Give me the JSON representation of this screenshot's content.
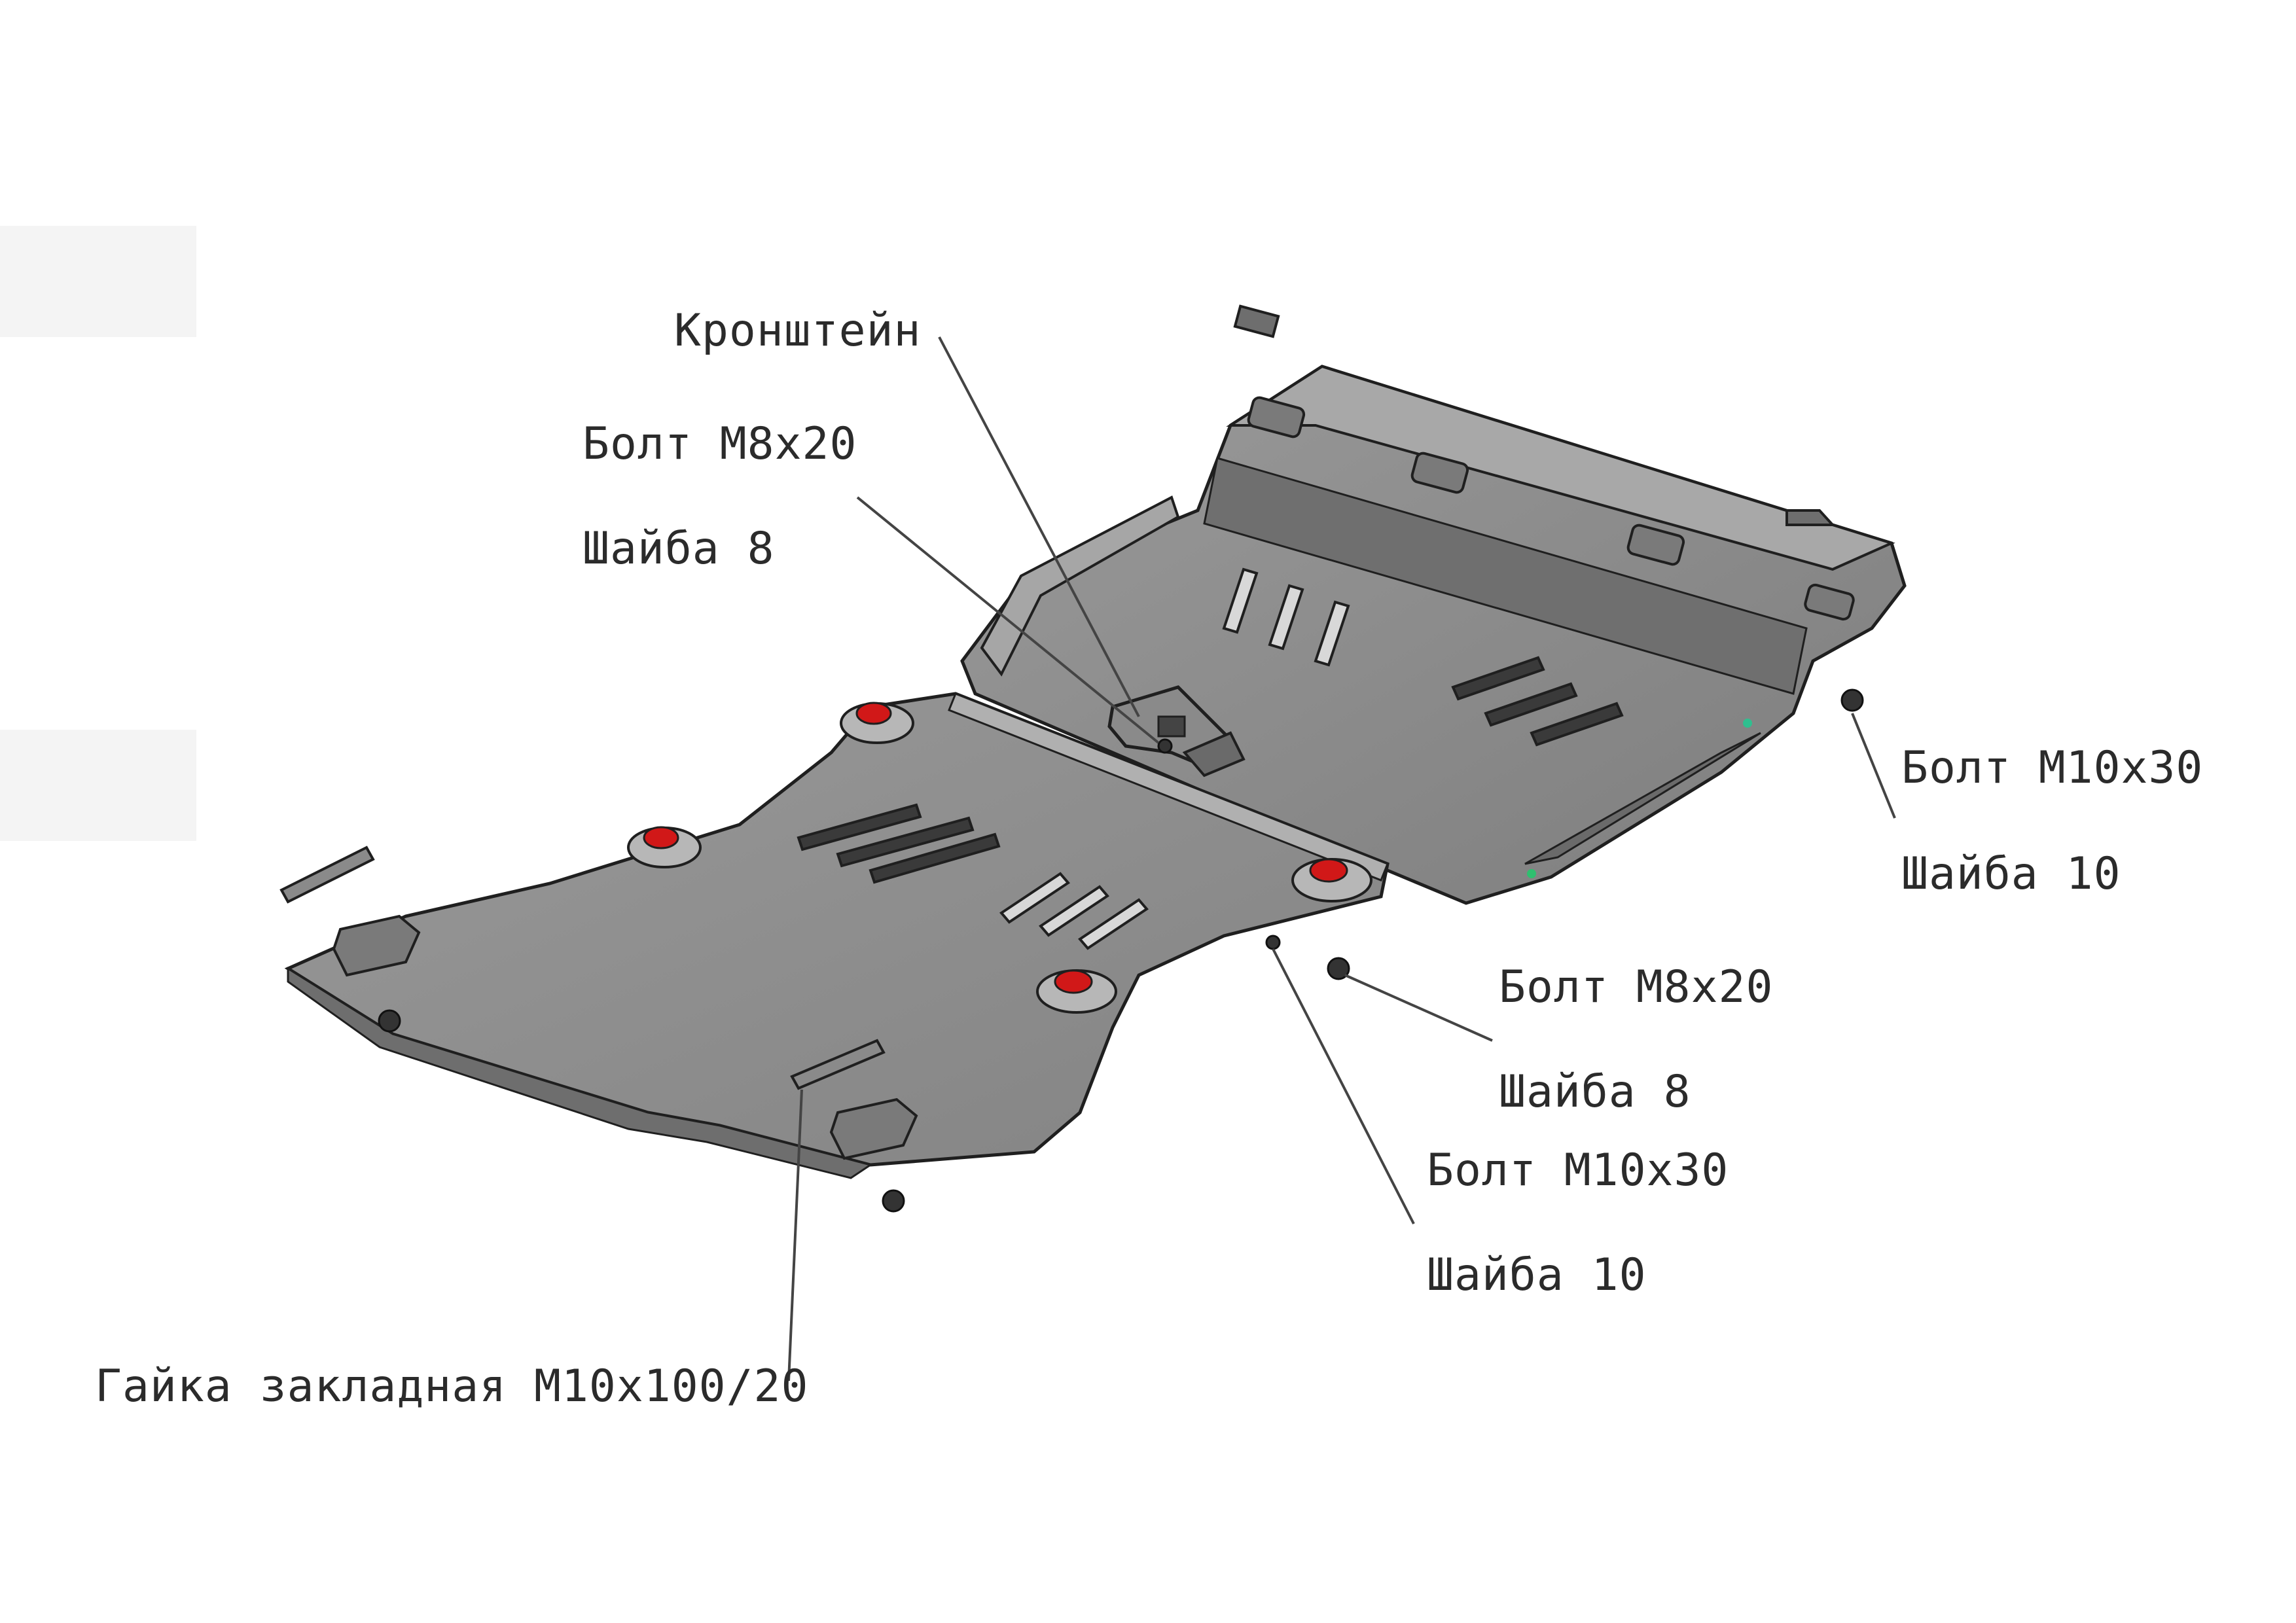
{
  "diagram": {
    "labels": {
      "bracket": "Кронштейн",
      "bolt_m8_left": "Болт М8х20",
      "washer_8_left": "Шайба 8",
      "bolt_m10_right": "Болт М10х30",
      "washer_10_right": "Шайба 10",
      "bolt_m8_right": "Болт М8х20",
      "washer_8_right": "Шайба 8",
      "bolt_m10_mid": "Болт М10х30",
      "washer_10_mid": "Шайба 10",
      "embedded_nut": "Гайка закладная М10х100/20"
    },
    "colors": {
      "plate_fill": "#8f8f8f",
      "plate_dark": "#6e6e6e",
      "plate_light": "#a9a9a9",
      "outline": "#1f1f1f",
      "rubber_red": "#d11818",
      "leader": "#444444"
    }
  }
}
